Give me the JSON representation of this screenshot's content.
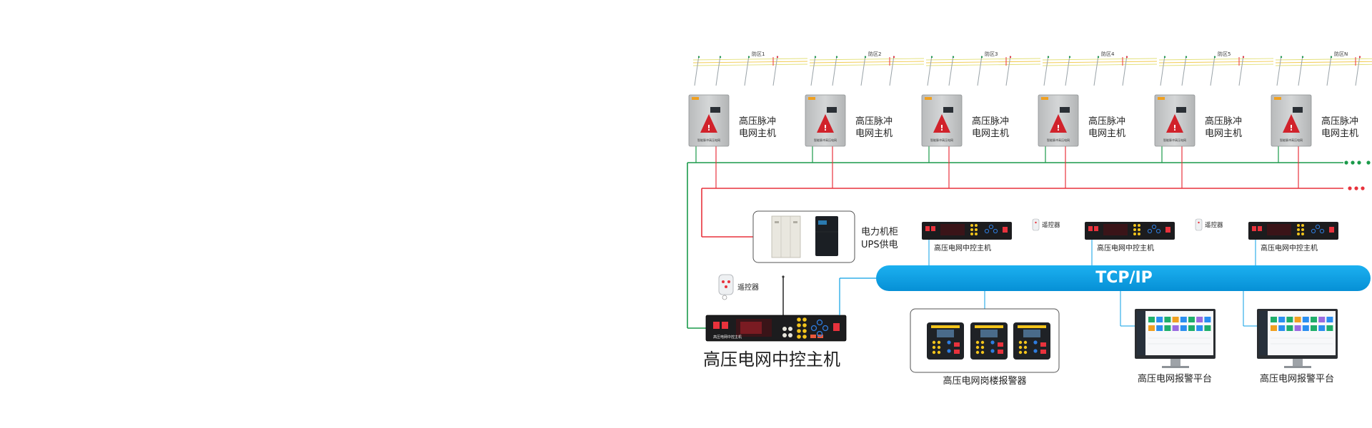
{
  "zones": [
    "防区1",
    "防区2",
    "防区3",
    "防区4",
    "防区5",
    "防区N"
  ],
  "cabinet": {
    "label_line1": "高压脉冲",
    "label_line2": "电网主机",
    "panel_text": "智能脉冲高压电网"
  },
  "power": {
    "label_line1": "电力机柜",
    "label_line2": "UPS供电"
  },
  "main_host": {
    "label": "高压电网中控主机",
    "panel_text": "高压电网中控主机"
  },
  "remote": {
    "label": "遥控器"
  },
  "network": {
    "label": "TCP/IP"
  },
  "sub_host": {
    "label": "高压电网中控主机"
  },
  "tower_alarm": {
    "label": "高压电网岗楼报警器"
  },
  "platform": {
    "label": "高压电网报警平台"
  },
  "colors": {
    "green_bus": "#1a9a4a",
    "red_bus": "#e8323c",
    "tcp_blue": "#0a9fe4",
    "cabinet_gray": "#c9cbcc"
  }
}
